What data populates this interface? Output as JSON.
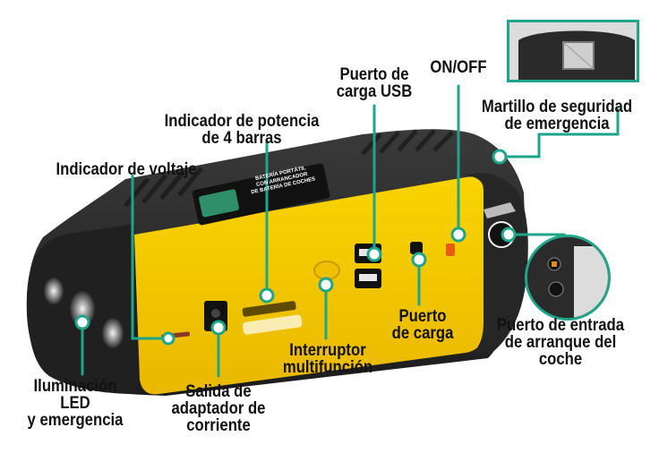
{
  "colors": {
    "accent": "#1fa58a",
    "device_yellow": "#f5c800",
    "device_body": "#2a2a2a",
    "text": "#111111"
  },
  "device_label": {
    "line1": "BATERÍA PORTÁTIL",
    "line2": "CON ARRANCADOR",
    "line3": "DE BATERÍA DE COCHES"
  },
  "callouts": {
    "usb_port": [
      "Puerto de",
      "carga USB"
    ],
    "on_off": [
      "ON/OFF"
    ],
    "hammer": [
      "Martillo de seguridad",
      "de emergencia"
    ],
    "power_indicator": [
      "Indicador de potencia",
      "de 4 barras"
    ],
    "voltage_indicator": [
      "Indicador de voltaje"
    ],
    "charge_port": [
      "Puerto",
      "de carga"
    ],
    "car_start_port": [
      "Puerto de entrada",
      "de arranque del",
      "coche"
    ],
    "multifunction_switch": [
      "Interruptor",
      "multifunción"
    ],
    "power_output": [
      "Salida de",
      "adaptador de",
      "corriente"
    ],
    "led_light": [
      "Iluminación",
      "LED",
      "y emergencia"
    ]
  }
}
